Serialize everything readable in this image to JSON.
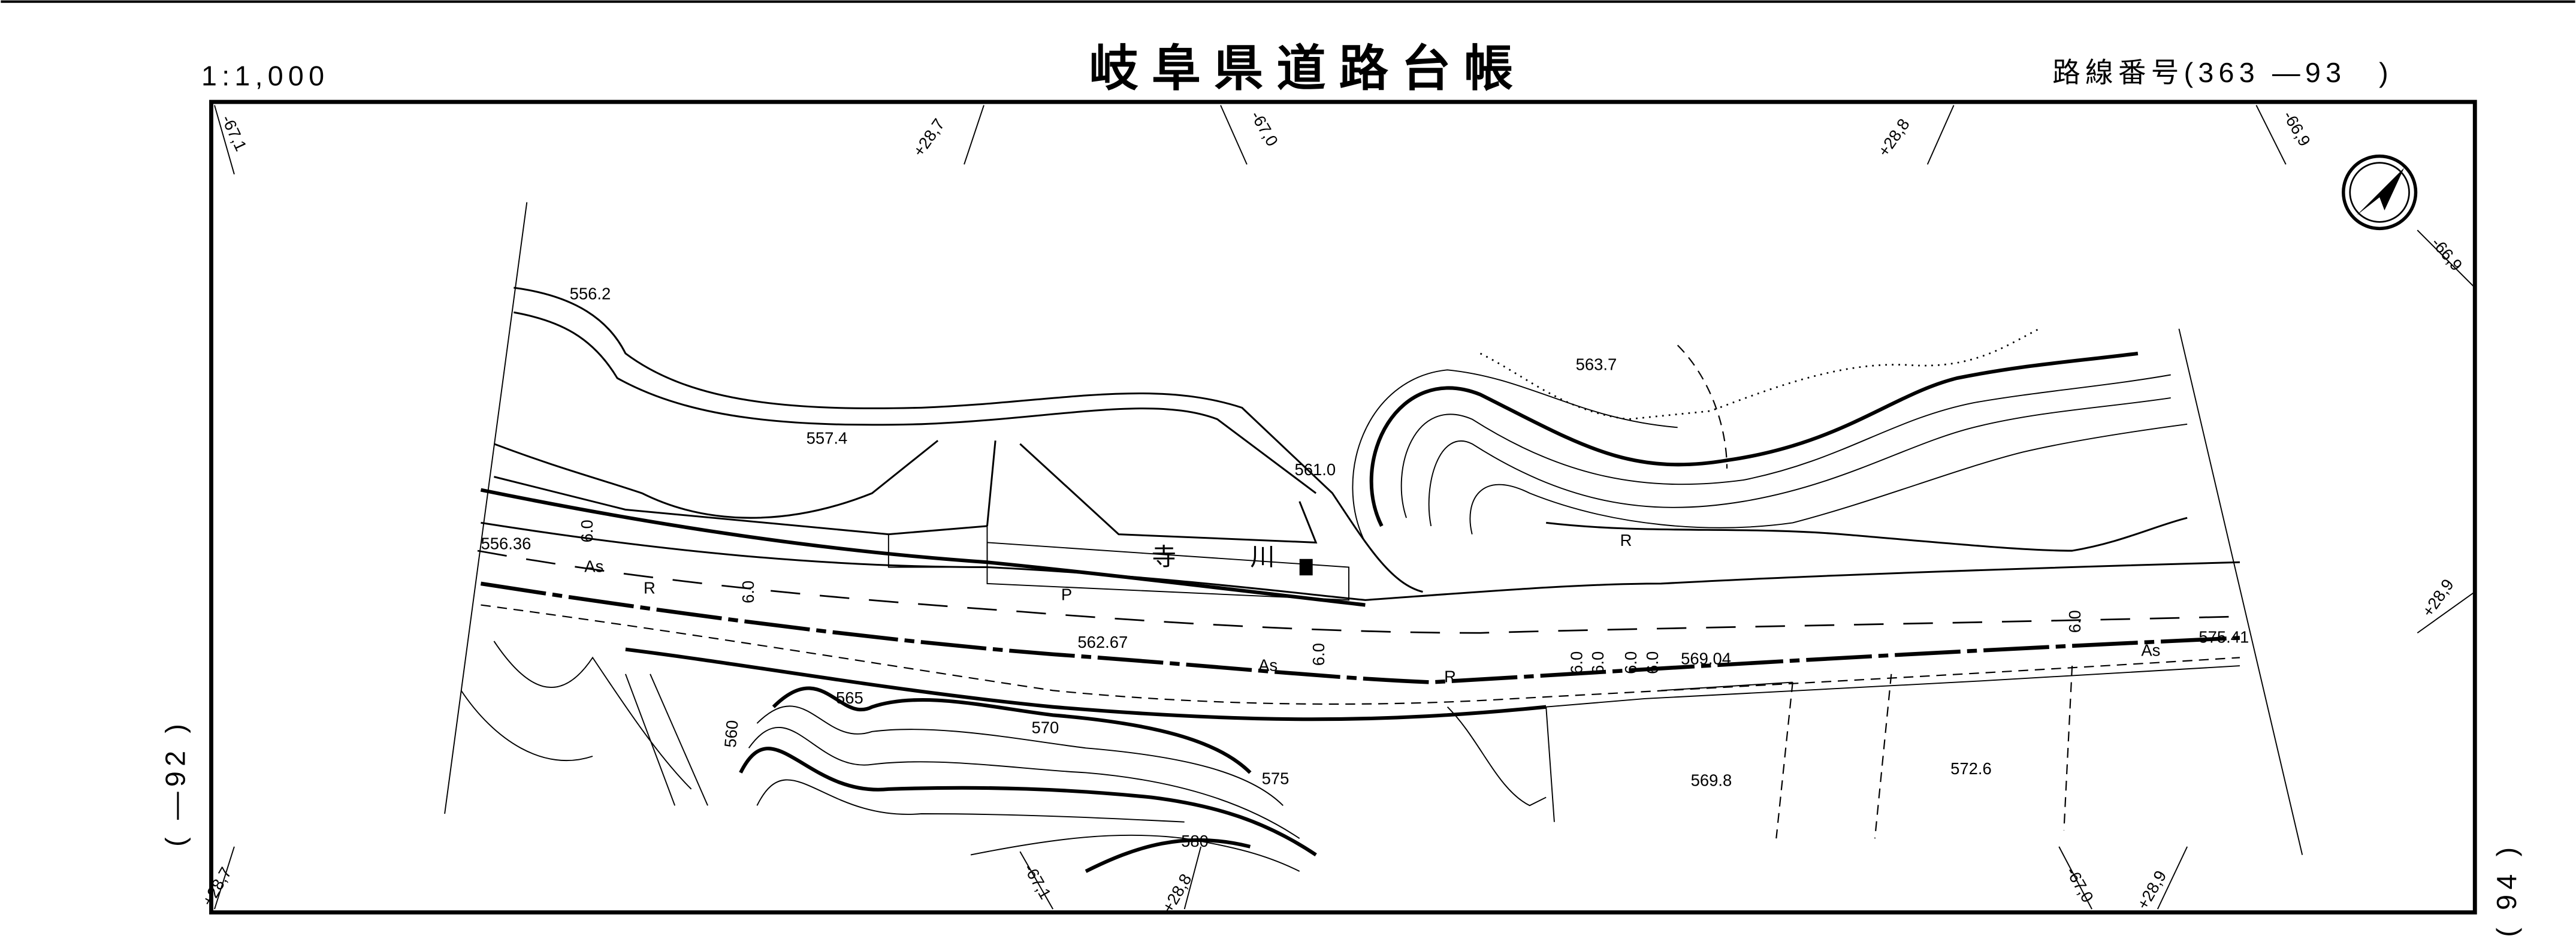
{
  "header": {
    "scale": "1:1,000",
    "title": "岐阜県道路台帳",
    "route_label": "路線番号(363 —93　)"
  },
  "side_labels": {
    "left": "( —92 )",
    "right": "( 94 )"
  },
  "grid_labels": {
    "top": [
      "-67,1",
      "+28,7",
      "-67,0",
      "+28,8",
      "-66,9"
    ],
    "right": [
      "-66,9",
      "+28,9"
    ],
    "bottom": [
      "+28,7",
      "-67,1",
      "+28,8",
      "-67,0",
      "+28,9"
    ]
  },
  "elevations": [
    "556.2",
    "557.4",
    "561.0",
    "563.7",
    "556.36",
    "562.67",
    "569.04",
    "575.41",
    "569.8",
    "572.6"
  ],
  "contour_labels": [
    "560",
    "565",
    "570",
    "575",
    "580"
  ],
  "road_codes": {
    "asphalt": "As",
    "curb": "R",
    "pavement": "P",
    "width": "6.0"
  },
  "river_name": [
    "寺",
    "川"
  ],
  "icons": {
    "north": "north-arrow-icon"
  }
}
